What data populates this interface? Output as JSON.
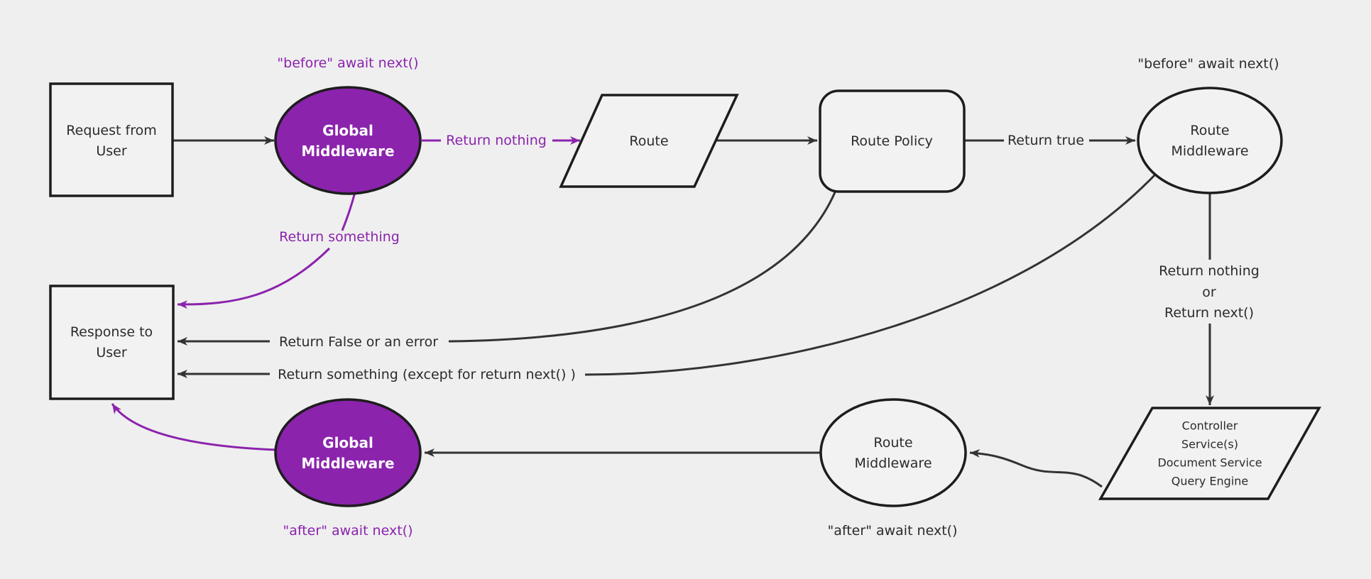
{
  "diagram_title": "request-response middleware flow",
  "colors": {
    "background": "#efefef",
    "node_fill": "#f2f2f2",
    "purple_fill": "#8b23ad",
    "node_stroke": "#1d1d1d",
    "edge_stroke": "#333333",
    "text": "#2b2b2b",
    "purple_text": "#8b23ad",
    "white_text": "#ffffff"
  },
  "nodes": {
    "request": {
      "lines": [
        "Request from",
        "User"
      ]
    },
    "global_middleware_top": {
      "lines": [
        "Global",
        "Middleware"
      ]
    },
    "route": {
      "label": "Route"
    },
    "route_policy": {
      "label": "Route Policy"
    },
    "route_middleware_top": {
      "lines": [
        "Route",
        "Middleware"
      ]
    },
    "services": {
      "lines": [
        "Controller",
        "Service(s)",
        "Document Service",
        "Query Engine"
      ]
    },
    "route_middleware_bottom": {
      "lines": [
        "Route",
        "Middleware"
      ]
    },
    "global_middleware_bottom": {
      "lines": [
        "Global",
        "Middleware"
      ]
    },
    "response": {
      "lines": [
        "Response to",
        "User"
      ]
    }
  },
  "labels": {
    "before_await_left": "\"before\" await next()",
    "before_await_right": "\"before\" await next()",
    "return_nothing": "Return nothing",
    "return_true": "Return true",
    "return_nothing_or": [
      "Return nothing",
      "or",
      "Return next()"
    ],
    "return_something": "Return something",
    "return_false_or_error": "Return False or an error",
    "return_something_except": "Return something (except for return next() )",
    "after_await_left": "\"after\" await next()",
    "after_await_right": "\"after\" await next()"
  }
}
